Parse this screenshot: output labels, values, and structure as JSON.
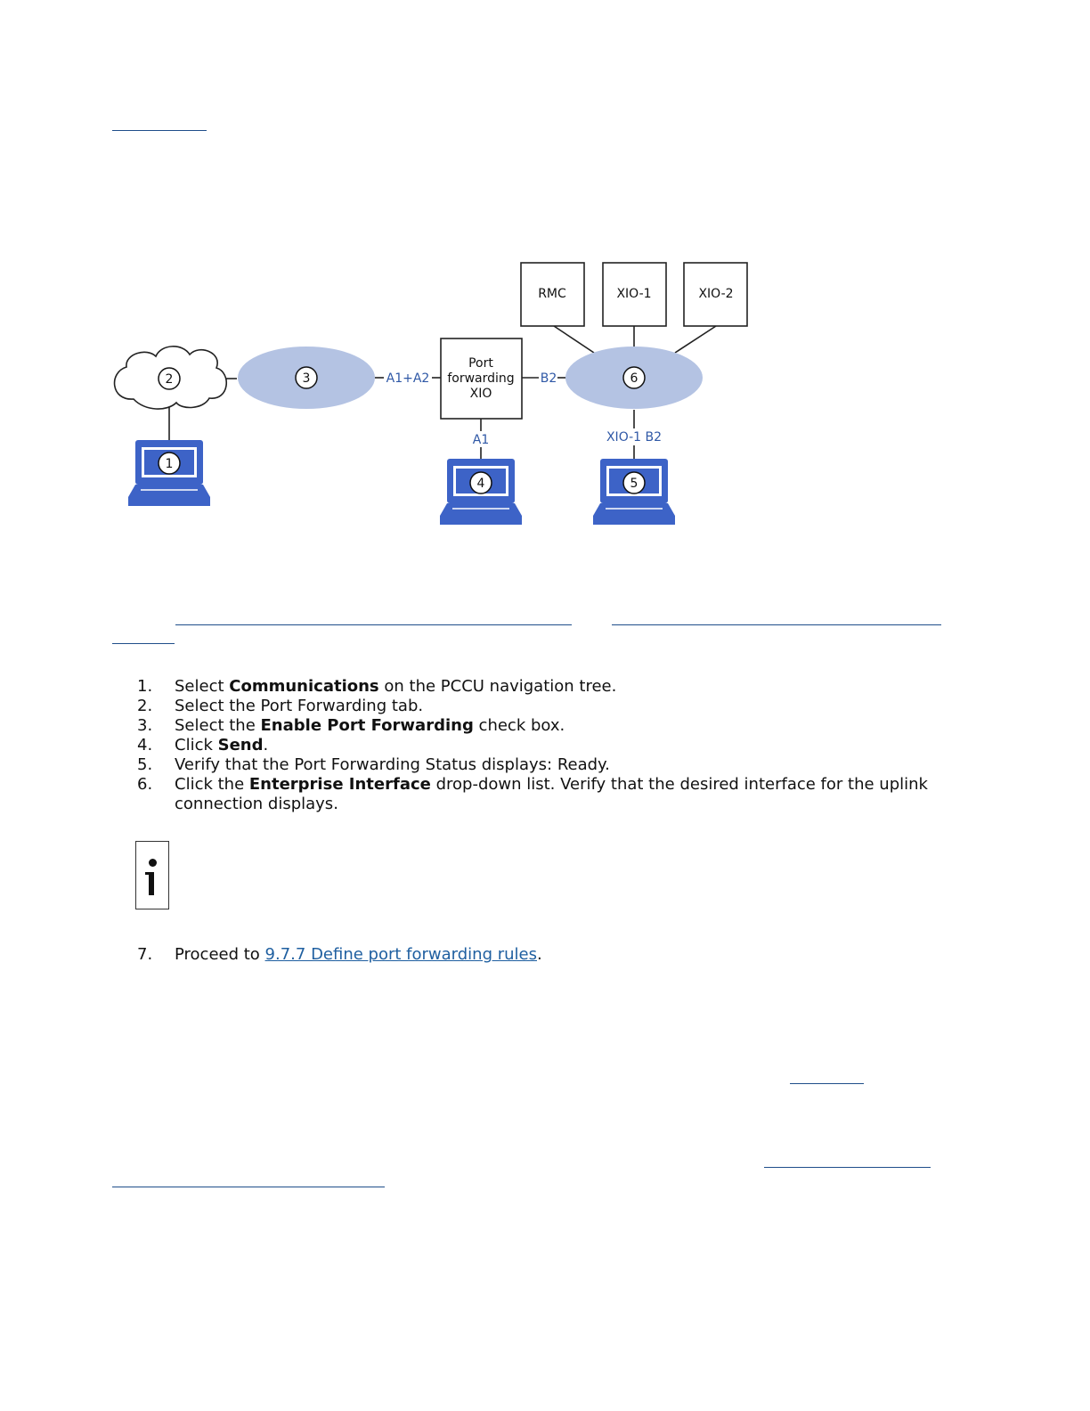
{
  "diagram": {
    "boxes": {
      "rmc": "RMC",
      "xio1": "XIO-1",
      "xio2": "XIO-2",
      "port_line1": "Port",
      "port_line2": "forwarding",
      "port_line3": "XIO"
    },
    "callouts": [
      "1",
      "2",
      "3",
      "4",
      "5",
      "6"
    ],
    "link_labels": {
      "a1a2": "A1+A2",
      "b2": "B2",
      "a1": "A1",
      "xio1b2": "XIO-1 B2"
    },
    "colors": {
      "laptop": "#3d63c7",
      "ellipse": "#b4c3e3",
      "label": "#2f58a6"
    }
  },
  "steps": [
    {
      "num": "1.",
      "pre": "Select ",
      "bold": "Communications",
      "post": " on the PCCU navigation tree."
    },
    {
      "num": "2.",
      "pre": "Select the Port Forwarding tab.",
      "bold": "",
      "post": ""
    },
    {
      "num": "3.",
      "pre": "Select the ",
      "bold": "Enable Port Forwarding",
      "post": " check box."
    },
    {
      "num": "4.",
      "pre": "Click ",
      "bold": "Send",
      "post": "."
    },
    {
      "num": "5.",
      "pre": "Verify that the Port Forwarding Status displays: Ready.",
      "bold": "",
      "post": ""
    },
    {
      "num": "6.",
      "pre": "Click the ",
      "bold": "Enterprise Interface",
      "post": " drop-down list. Verify that the desired interface for the uplink connection displays."
    }
  ],
  "info_icon": "info-icon",
  "step7": {
    "num": "7.",
    "pre": "Proceed to ",
    "link": "9.7.7 Define port forwarding rules",
    "post": "."
  }
}
